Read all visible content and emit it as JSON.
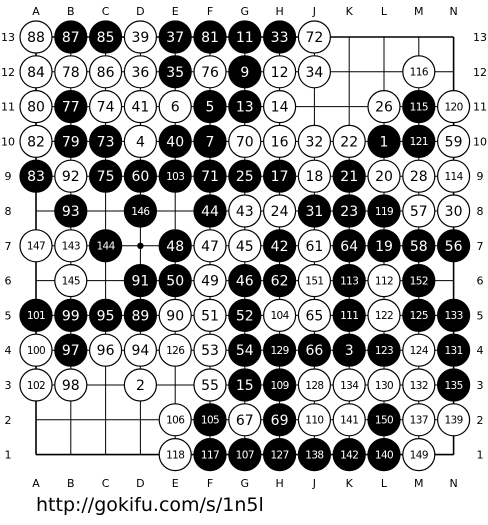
{
  "board": {
    "size": 13,
    "columns": [
      "A",
      "B",
      "C",
      "D",
      "E",
      "F",
      "G",
      "H",
      "J",
      "K",
      "L",
      "M",
      "N"
    ],
    "rows": [
      "13",
      "12",
      "11",
      "10",
      "9",
      "8",
      "7",
      "6",
      "5",
      "4",
      "3",
      "2",
      "1"
    ],
    "star_points": [
      "D7"
    ],
    "colors": {
      "black": "#000000",
      "white": "#ffffff",
      "line": "#000000"
    },
    "stones": [
      {
        "p": "A13",
        "c": "w",
        "n": "88"
      },
      {
        "p": "B13",
        "c": "b",
        "n": "87"
      },
      {
        "p": "C13",
        "c": "b",
        "n": "85"
      },
      {
        "p": "D13",
        "c": "w",
        "n": "39"
      },
      {
        "p": "E13",
        "c": "b",
        "n": "37"
      },
      {
        "p": "F13",
        "c": "b",
        "n": "81"
      },
      {
        "p": "G13",
        "c": "b",
        "n": "11"
      },
      {
        "p": "H13",
        "c": "b",
        "n": "33"
      },
      {
        "p": "J13",
        "c": "w",
        "n": "72"
      },
      {
        "p": "A12",
        "c": "w",
        "n": "84"
      },
      {
        "p": "B12",
        "c": "w",
        "n": "78"
      },
      {
        "p": "C12",
        "c": "w",
        "n": "86"
      },
      {
        "p": "D12",
        "c": "w",
        "n": "36"
      },
      {
        "p": "E12",
        "c": "b",
        "n": "35"
      },
      {
        "p": "F12",
        "c": "w",
        "n": "76"
      },
      {
        "p": "G12",
        "c": "b",
        "n": "9"
      },
      {
        "p": "H12",
        "c": "w",
        "n": "12"
      },
      {
        "p": "J12",
        "c": "w",
        "n": "34"
      },
      {
        "p": "M12",
        "c": "w",
        "n": "116"
      },
      {
        "p": "A11",
        "c": "w",
        "n": "80"
      },
      {
        "p": "B11",
        "c": "b",
        "n": "77"
      },
      {
        "p": "C11",
        "c": "w",
        "n": "74"
      },
      {
        "p": "D11",
        "c": "w",
        "n": "41"
      },
      {
        "p": "E11",
        "c": "w",
        "n": "6"
      },
      {
        "p": "F11",
        "c": "b",
        "n": "5"
      },
      {
        "p": "G11",
        "c": "b",
        "n": "13"
      },
      {
        "p": "H11",
        "c": "w",
        "n": "14"
      },
      {
        "p": "L11",
        "c": "w",
        "n": "26"
      },
      {
        "p": "M11",
        "c": "b",
        "n": "115"
      },
      {
        "p": "N11",
        "c": "w",
        "n": "120"
      },
      {
        "p": "A10",
        "c": "w",
        "n": "82"
      },
      {
        "p": "B10",
        "c": "b",
        "n": "79"
      },
      {
        "p": "C10",
        "c": "b",
        "n": "73"
      },
      {
        "p": "D10",
        "c": "w",
        "n": "4"
      },
      {
        "p": "E10",
        "c": "b",
        "n": "40"
      },
      {
        "p": "F10",
        "c": "b",
        "n": "7"
      },
      {
        "p": "G10",
        "c": "w",
        "n": "70"
      },
      {
        "p": "H10",
        "c": "w",
        "n": "16"
      },
      {
        "p": "J10",
        "c": "w",
        "n": "32"
      },
      {
        "p": "K10",
        "c": "w",
        "n": "22"
      },
      {
        "p": "L10",
        "c": "b",
        "n": "1"
      },
      {
        "p": "M10",
        "c": "b",
        "n": "121"
      },
      {
        "p": "N10",
        "c": "w",
        "n": "59"
      },
      {
        "p": "A9",
        "c": "b",
        "n": "83"
      },
      {
        "p": "B9",
        "c": "w",
        "n": "92"
      },
      {
        "p": "C9",
        "c": "b",
        "n": "75"
      },
      {
        "p": "D9",
        "c": "b",
        "n": "60"
      },
      {
        "p": "E9",
        "c": "b",
        "n": "103"
      },
      {
        "p": "F9",
        "c": "b",
        "n": "71"
      },
      {
        "p": "G9",
        "c": "b",
        "n": "25"
      },
      {
        "p": "H9",
        "c": "b",
        "n": "17"
      },
      {
        "p": "J9",
        "c": "w",
        "n": "18"
      },
      {
        "p": "K9",
        "c": "b",
        "n": "21"
      },
      {
        "p": "L9",
        "c": "w",
        "n": "20"
      },
      {
        "p": "M9",
        "c": "w",
        "n": "28"
      },
      {
        "p": "N9",
        "c": "w",
        "n": "114"
      },
      {
        "p": "B8",
        "c": "b",
        "n": "93"
      },
      {
        "p": "D8",
        "c": "b",
        "n": "146"
      },
      {
        "p": "F8",
        "c": "b",
        "n": "44"
      },
      {
        "p": "G8",
        "c": "w",
        "n": "43"
      },
      {
        "p": "H8",
        "c": "w",
        "n": "24"
      },
      {
        "p": "J8",
        "c": "b",
        "n": "31"
      },
      {
        "p": "K8",
        "c": "b",
        "n": "23"
      },
      {
        "p": "L8",
        "c": "b",
        "n": "119"
      },
      {
        "p": "M8",
        "c": "w",
        "n": "57"
      },
      {
        "p": "N8",
        "c": "w",
        "n": "30"
      },
      {
        "p": "A7",
        "c": "w",
        "n": "147"
      },
      {
        "p": "B7",
        "c": "w",
        "n": "143"
      },
      {
        "p": "C7",
        "c": "b",
        "n": "144"
      },
      {
        "p": "E7",
        "c": "b",
        "n": "48"
      },
      {
        "p": "F7",
        "c": "w",
        "n": "47"
      },
      {
        "p": "G7",
        "c": "w",
        "n": "45"
      },
      {
        "p": "H7",
        "c": "b",
        "n": "42"
      },
      {
        "p": "J7",
        "c": "w",
        "n": "61"
      },
      {
        "p": "K7",
        "c": "b",
        "n": "64"
      },
      {
        "p": "L7",
        "c": "b",
        "n": "19"
      },
      {
        "p": "M7",
        "c": "b",
        "n": "58"
      },
      {
        "p": "N7",
        "c": "b",
        "n": "56"
      },
      {
        "p": "B6",
        "c": "w",
        "n": "145"
      },
      {
        "p": "D6",
        "c": "b",
        "n": "91"
      },
      {
        "p": "E6",
        "c": "b",
        "n": "50"
      },
      {
        "p": "F6",
        "c": "w",
        "n": "49"
      },
      {
        "p": "G6",
        "c": "b",
        "n": "46"
      },
      {
        "p": "H6",
        "c": "b",
        "n": "62"
      },
      {
        "p": "J6",
        "c": "w",
        "n": "151"
      },
      {
        "p": "K6",
        "c": "b",
        "n": "113"
      },
      {
        "p": "L6",
        "c": "w",
        "n": "112"
      },
      {
        "p": "M6",
        "c": "b",
        "n": "152"
      },
      {
        "p": "A5",
        "c": "b",
        "n": "101"
      },
      {
        "p": "B5",
        "c": "b",
        "n": "99"
      },
      {
        "p": "C5",
        "c": "b",
        "n": "95"
      },
      {
        "p": "D5",
        "c": "b",
        "n": "89"
      },
      {
        "p": "E5",
        "c": "w",
        "n": "90"
      },
      {
        "p": "F5",
        "c": "w",
        "n": "51"
      },
      {
        "p": "G5",
        "c": "b",
        "n": "52"
      },
      {
        "p": "H5",
        "c": "w",
        "n": "104"
      },
      {
        "p": "J5",
        "c": "w",
        "n": "65"
      },
      {
        "p": "K5",
        "c": "b",
        "n": "111"
      },
      {
        "p": "L5",
        "c": "w",
        "n": "122"
      },
      {
        "p": "M5",
        "c": "b",
        "n": "125"
      },
      {
        "p": "N5",
        "c": "b",
        "n": "133"
      },
      {
        "p": "A4",
        "c": "w",
        "n": "100"
      },
      {
        "p": "B4",
        "c": "b",
        "n": "97"
      },
      {
        "p": "C4",
        "c": "w",
        "n": "96"
      },
      {
        "p": "D4",
        "c": "w",
        "n": "94"
      },
      {
        "p": "E4",
        "c": "w",
        "n": "126"
      },
      {
        "p": "F4",
        "c": "w",
        "n": "53"
      },
      {
        "p": "G4",
        "c": "b",
        "n": "54"
      },
      {
        "p": "H4",
        "c": "b",
        "n": "129"
      },
      {
        "p": "J4",
        "c": "b",
        "n": "66"
      },
      {
        "p": "K4",
        "c": "b",
        "n": "3"
      },
      {
        "p": "L4",
        "c": "b",
        "n": "123"
      },
      {
        "p": "M4",
        "c": "w",
        "n": "124"
      },
      {
        "p": "N4",
        "c": "b",
        "n": "131"
      },
      {
        "p": "A3",
        "c": "w",
        "n": "102"
      },
      {
        "p": "B3",
        "c": "w",
        "n": "98"
      },
      {
        "p": "D3",
        "c": "w",
        "n": "2"
      },
      {
        "p": "F3",
        "c": "w",
        "n": "55"
      },
      {
        "p": "G3",
        "c": "b",
        "n": "15"
      },
      {
        "p": "H3",
        "c": "b",
        "n": "109"
      },
      {
        "p": "J3",
        "c": "w",
        "n": "128"
      },
      {
        "p": "K3",
        "c": "w",
        "n": "134"
      },
      {
        "p": "L3",
        "c": "w",
        "n": "130"
      },
      {
        "p": "M3",
        "c": "w",
        "n": "132"
      },
      {
        "p": "N3",
        "c": "b",
        "n": "135"
      },
      {
        "p": "E2",
        "c": "w",
        "n": "106"
      },
      {
        "p": "F2",
        "c": "b",
        "n": "105"
      },
      {
        "p": "G2",
        "c": "w",
        "n": "67"
      },
      {
        "p": "H2",
        "c": "b",
        "n": "69"
      },
      {
        "p": "J2",
        "c": "w",
        "n": "110"
      },
      {
        "p": "K2",
        "c": "w",
        "n": "141"
      },
      {
        "p": "L2",
        "c": "b",
        "n": "150"
      },
      {
        "p": "M2",
        "c": "w",
        "n": "137"
      },
      {
        "p": "N2",
        "c": "w",
        "n": "139"
      },
      {
        "p": "E1",
        "c": "w",
        "n": "118"
      },
      {
        "p": "F1",
        "c": "b",
        "n": "117"
      },
      {
        "p": "G1",
        "c": "b",
        "n": "107"
      },
      {
        "p": "H1",
        "c": "b",
        "n": "127"
      },
      {
        "p": "J1",
        "c": "b",
        "n": "138"
      },
      {
        "p": "K1",
        "c": "b",
        "n": "142"
      },
      {
        "p": "L1",
        "c": "b",
        "n": "140"
      },
      {
        "p": "M1",
        "c": "w",
        "n": "149"
      }
    ]
  },
  "footer": {
    "url": "http://gokifu.com/s/1n5l"
  }
}
